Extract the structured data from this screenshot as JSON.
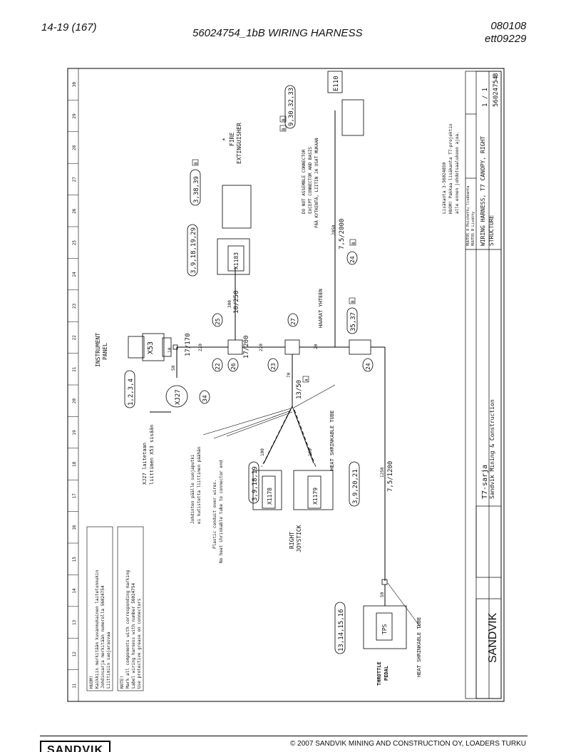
{
  "header": {
    "page_ref": "14-19 (167)",
    "title": "56024754_1bB WIRING HARNESS",
    "date_code": "080108",
    "doc_code": "ett09229"
  },
  "footer": {
    "logo": "SANDVIK",
    "copyright": "© 2007 SANDVIK MINING AND CONSTRUCTION OY, LOADERS TURKU"
  },
  "grid_numbers": [
    "11",
    "12",
    "13",
    "14",
    "15",
    "16",
    "17",
    "18",
    "19",
    "20",
    "21",
    "22",
    "23",
    "24",
    "25",
    "26",
    "27",
    "28",
    "29",
    "30"
  ],
  "notes": {
    "fi_title": "HUOM!",
    "fi_lines": [
      "Kaikkiin merkitään kuvanmukainen laitetunnukin",
      "Johdinsarja merkitään numerolla 56024754",
      "Liittimiin suojarasvaa"
    ],
    "en_title": "NOTE!",
    "en_lines": [
      "Mark all components with corresponding marking",
      "Label wiring harness with number 56024754",
      "Use protective grease on connectors"
    ]
  },
  "components": {
    "x53": "X53",
    "xj27": "XJ27",
    "x1183": "X1183",
    "e110": "E110",
    "x1178": "X1178",
    "x1179": "X1179",
    "tps": "TPS",
    "instrument_panel": [
      "INSTRUMENT",
      "PANEL"
    ],
    "fire_ext": [
      "*",
      "FIRE",
      "EXTINGUISHER"
    ],
    "right_joystick": [
      "RIGHT",
      "JOYSTICK"
    ],
    "throttle_pedal": [
      "THROTTLE",
      "PEDAL"
    ]
  },
  "pin_labels": {
    "p1": "1,2,3,4",
    "p2": "3,9,18,19,29",
    "p3": "3,38,39",
    "p4": "9,30,32,33",
    "p5": "3,9,18,19",
    "p6": "3,9,20,21",
    "p7": "13,14,15,16",
    "p8": "35,37"
  },
  "circles": [
    "34",
    "25",
    "27",
    "22",
    "26",
    "23",
    "24",
    "24"
  ],
  "square_marks": [
    "B",
    "B",
    "B",
    "B",
    "A",
    "B"
  ],
  "wire_labels": {
    "w1": "17/170",
    "w2": "17/200",
    "w3": "10/250",
    "w4": "13/50",
    "w5": "7,5/2000",
    "w6": "7,5/1200",
    "l220a": "220",
    "l220b": "220",
    "l300": "300",
    "l70": "70",
    "l20": "20",
    "l2050": "2050",
    "l1250": "1250",
    "l50a": "50",
    "l50b": "50",
    "l10": "10",
    "l100a": "100",
    "l100b": "100"
  },
  "annotations": {
    "xj27_note": [
      "XJ27 laitetaan",
      "liittimen X53 sisään"
    ],
    "conduit_fi": [
      "Johdinten päälle suojaputki",
      "ei kutistetta liittimen päähän"
    ],
    "conduit_en": [
      "Plastic conduit over wires.",
      "No heat shrinkable tube to connector end"
    ],
    "heat_tube_1": "HEAT SHRINKABLE TUBE",
    "heat_tube_2": "HEAT SHRINKABLE TUBE",
    "haarat": "HAARAT YHTEEN",
    "do_not_assemble": [
      "DO NOT ASSEMBLE CONNECTOR",
      "EXCEPT CONNECTOR AND BASIS",
      "PÄÄ KYTKENTÄ, LIITIN JA OSAT MUKAAN"
    ],
    "extra_note": [
      "Lisäkanta 3-56024850",
      "HUOM! Pakkaa lisäkanta T7-projektin",
      "alle ennen johdotsaalukoon ajoa."
    ]
  },
  "title_block": {
    "series": "T7-sarja",
    "company": "Sandvik Mining & Construction",
    "drawing_title": "WIRING HARNESS, T7 CANOPY, RIGHT",
    "structure": "STRUCTURE",
    "sheet": "1 / 1",
    "number": "56024754",
    "rev": "B",
    "logo": "SANDVIK",
    "rev_rows": [
      "MUUTOS A Poistettu lisäkanta",
      "MUUTOS B Lisätty"
    ]
  }
}
